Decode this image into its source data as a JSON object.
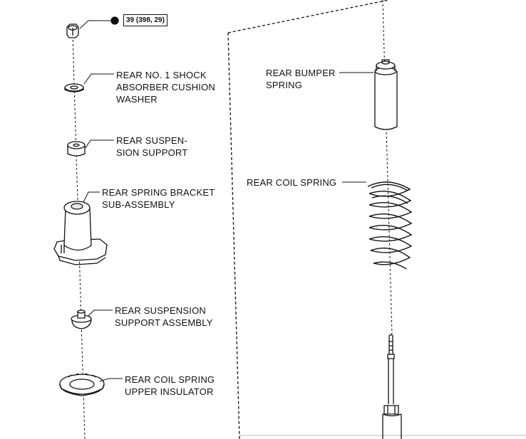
{
  "labels": {
    "cushion_washer": "REAR NO. 1 SHOCK\nABSORBER CUSHION\nWASHER",
    "suspension_support": "REAR SUSPEN-\nSION SUPPORT",
    "spring_bracket": "REAR SPRING BRACKET\nSUB-ASSEMBLY",
    "support_assembly": "REAR SUSPENSION\nSUPPORT ASSEMBLY",
    "upper_insulator": "REAR COIL SPRING\nUPPER INSULATOR",
    "bumper_spring": "REAR BUMPER\nSPRING",
    "coil_spring": "REAR COIL SPRING"
  },
  "torque_spec": "39 (398, 29)",
  "icons": [
    "nut-icon",
    "torque-dot-icon"
  ],
  "colors": {
    "line": "#111111",
    "fill": "#ffffff",
    "shade": "#e6e6e6"
  }
}
